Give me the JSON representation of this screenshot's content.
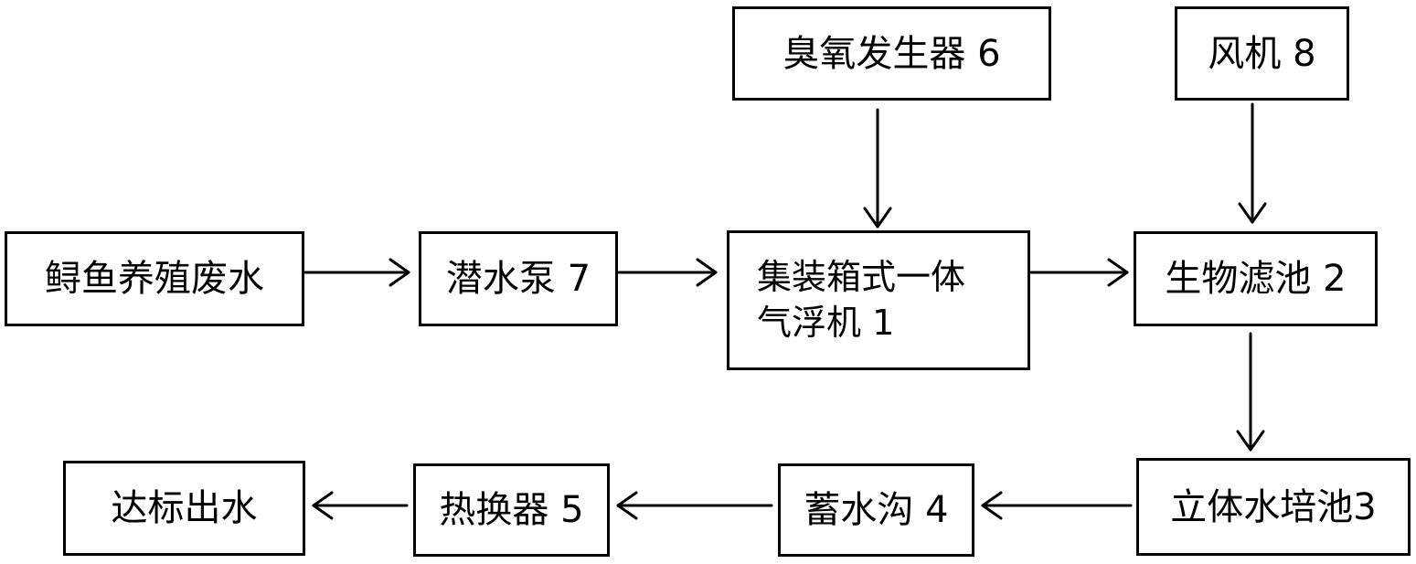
{
  "nodes": {
    "ozone": "臭氧发生器 6",
    "fan": "风机 8",
    "wastewater": "鲟鱼养殖废水",
    "pump": "潜水泵 7",
    "flotation_line1": "集装箱式一体",
    "flotation_line2": "气浮机 1",
    "biofilter": "生物滤池 2",
    "hydroponic": "立体水培池3",
    "ditch": "蓄水沟 4",
    "heat_exchanger": "热换器 5",
    "effluent": "达标出水"
  }
}
